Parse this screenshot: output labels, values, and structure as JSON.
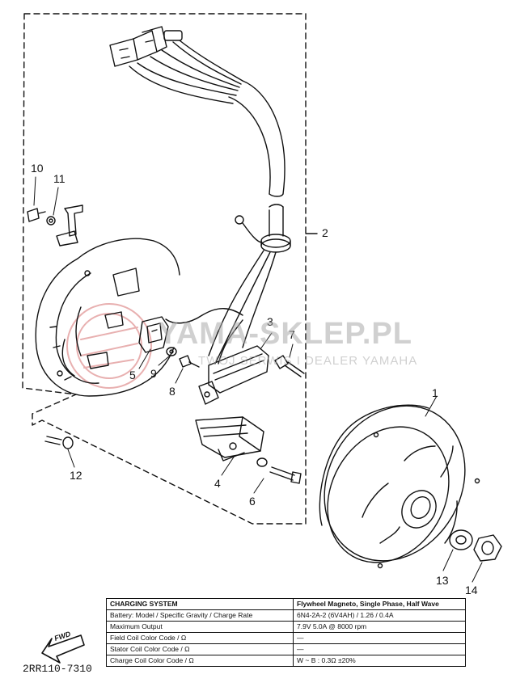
{
  "callouts": {
    "c1": "1",
    "c2": "2",
    "c3": "3",
    "c4": "4",
    "c5": "5",
    "c6": "6",
    "c7": "7",
    "c8": "8",
    "c9": "9",
    "c10": "10",
    "c11": "11",
    "c12": "12",
    "c13": "13",
    "c14": "14"
  },
  "watermark": {
    "main": "YAMA-SKLEP.PL",
    "sub": "TWOJ SERWIS I DEALER YAMAHA"
  },
  "fwd_label": "FWD",
  "diagram_code": "2RR110-7310",
  "spec_table": {
    "header": "CHARGING SYSTEM",
    "header_value": "Flywheel Magneto, Single Phase, Half Wave",
    "rows": [
      {
        "label": "Battery: Model / Specific Gravity / Charge Rate",
        "value": "6N4-2A-2 (6V4AH) / 1.26 / 0.4A"
      },
      {
        "label": "Maximum Output",
        "value": "7.9V 5.0A @ 8000 rpm"
      },
      {
        "label": "Field Coil Color Code / Ω",
        "value": "—"
      },
      {
        "label": "Stator Coil Color Code / Ω",
        "value": "—"
      },
      {
        "label": "Charge Coil Color Code / Ω",
        "value": "W ~ B : 0.3Ω ±20%"
      }
    ]
  },
  "colors": {
    "ink": "#111111",
    "watermark_red": "#e8b0b0",
    "watermark_gray": "#aaaaaa"
  }
}
